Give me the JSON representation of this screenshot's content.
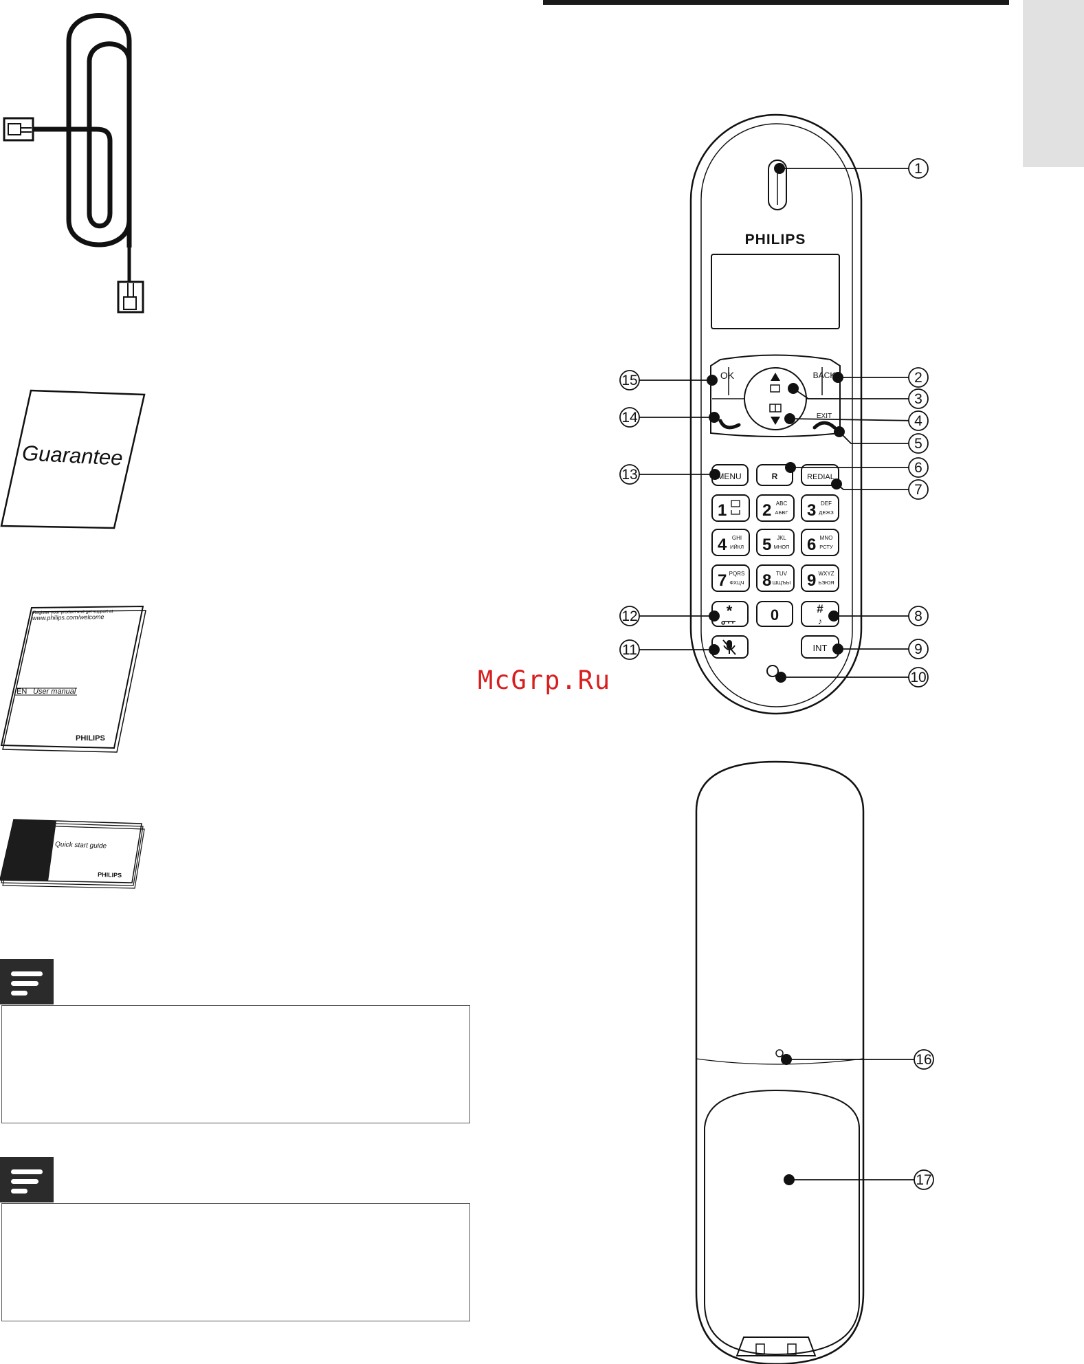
{
  "page": {
    "background": "#ffffff",
    "accent_bar": "#1a1a1a",
    "side_tab": "#e1e1e1"
  },
  "box_contents": {
    "guarantee_label": "Guarantee",
    "manual": {
      "register_line": "Register your product and get support at",
      "url": "www.philips.com/welcome",
      "lang": "EN",
      "title": "User manual",
      "brand": "PHILIPS"
    },
    "quick_start": {
      "title": "Quick start guide",
      "brand": "PHILIPS"
    }
  },
  "handset": {
    "brand": "PHILIPS",
    "buttons": {
      "ok": "OK",
      "back": "BACK",
      "menu": "MENU",
      "r": "R",
      "redial": "REDIAL",
      "int": "INT",
      "exit": "EXIT",
      "star": "*",
      "zero": "0",
      "hash": "#"
    },
    "keypad": [
      {
        "digit": "1",
        "latin": "",
        "cyr": ""
      },
      {
        "digit": "2",
        "latin": "ABC",
        "cyr": "АБВГ"
      },
      {
        "digit": "3",
        "latin": "DEF",
        "cyr": "ДЕЖЗ"
      },
      {
        "digit": "4",
        "latin": "GHI",
        "cyr": "ИЙКЛ"
      },
      {
        "digit": "5",
        "latin": "JKL",
        "cyr": "МНОП"
      },
      {
        "digit": "6",
        "latin": "MNO",
        "cyr": "РСТУ"
      },
      {
        "digit": "7",
        "latin": "PQRS",
        "cyr": "ФХЦЧ"
      },
      {
        "digit": "8",
        "latin": "TUV",
        "cyr": "ШЩЪЫ"
      },
      {
        "digit": "9",
        "latin": "WXYZ",
        "cyr": "ЬЭЮЯ"
      }
    ],
    "callouts": [
      "1",
      "2",
      "3",
      "4",
      "5",
      "6",
      "7",
      "8",
      "9",
      "10",
      "11",
      "12",
      "13",
      "14",
      "15"
    ]
  },
  "handset_back": {
    "callouts": [
      "16",
      "17"
    ]
  },
  "watermark": {
    "text": "McGrp.Ru",
    "color": "#d81e1e"
  }
}
